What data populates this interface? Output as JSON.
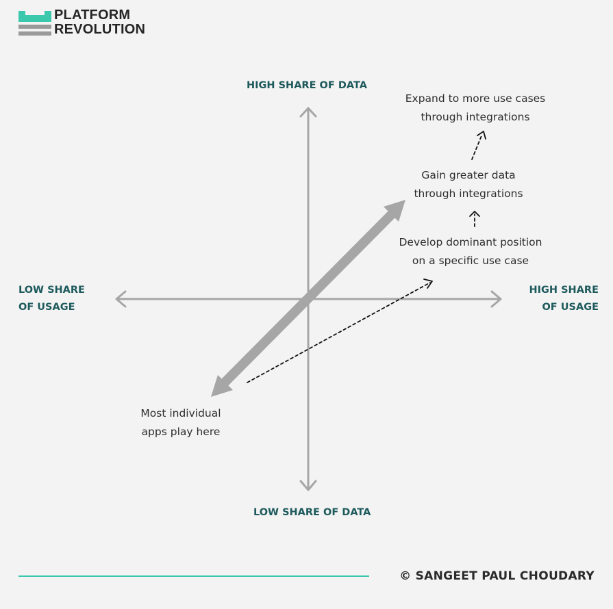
{
  "logo": {
    "line1": "PLATFORM",
    "line2": "REVOLUTION",
    "mark_colors": {
      "teal": "#3cc8ad",
      "gray": "#9a9a9a"
    }
  },
  "axes": {
    "top": "HIGH SHARE OF DATA",
    "bottom": "LOW SHARE OF DATA",
    "left": [
      "LOW SHARE",
      "OF USAGE"
    ],
    "right": [
      "HIGH SHARE",
      "OF USAGE"
    ]
  },
  "annotations": {
    "expand": [
      "Expand to more use cases",
      "through integrations"
    ],
    "gain": [
      "Gain greater data",
      "through integrations"
    ],
    "develop": [
      "Develop dominant position",
      "on a specific use case"
    ],
    "most": [
      "Most individual",
      "apps play here"
    ]
  },
  "footer": {
    "copyright": "© SANGEET PAUL CHOUDARY"
  },
  "colors": {
    "background": "#f3f3f3",
    "axis": "#a6a6a6",
    "axis_label": "#1e5a5c",
    "accent": "#3cc8ad"
  }
}
